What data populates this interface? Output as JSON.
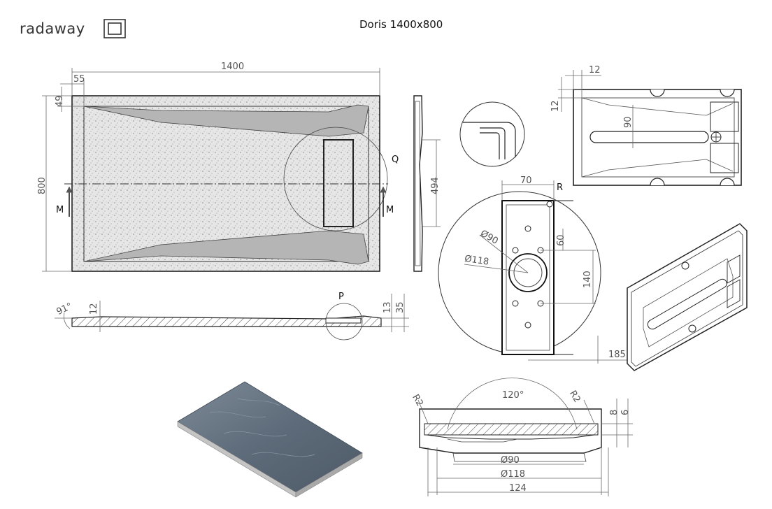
{
  "brand": {
    "name": "radaway"
  },
  "title": "Doris 1400x800",
  "colors": {
    "line": "#222222",
    "dimension": "#666666",
    "stone_fill": "#d9d9d9",
    "slate": "#5d6b7a"
  },
  "plan_view": {
    "dims": {
      "length": "1400",
      "width": "800",
      "offset_x": "55",
      "offset_y": "49",
      "drain_length": "494"
    },
    "section_markers": {
      "left": "M",
      "right": "M"
    },
    "detail_label": "Q"
  },
  "side_view": {
    "dims": {
      "angle": "91°",
      "edge": "12",
      "thickness_a": "13",
      "thickness_b": "35"
    },
    "detail_label": "P"
  },
  "underside_view": {
    "dims": {
      "rib_x": "12",
      "rib_y": "12",
      "slot": "90"
    }
  },
  "drain_detail": {
    "label": "R",
    "dims": {
      "width": "70",
      "hole_small": "Ø90",
      "hole_large": "Ø118",
      "spacing_a": "60",
      "spacing_b": "140",
      "offset": "185"
    }
  },
  "section_detail": {
    "dims": {
      "angle": "120°",
      "radius_left": "R2",
      "radius_right": "R2",
      "t_a": "8",
      "t_b": "6",
      "d_small": "Ø90",
      "d_large": "Ø118",
      "width": "124"
    }
  }
}
